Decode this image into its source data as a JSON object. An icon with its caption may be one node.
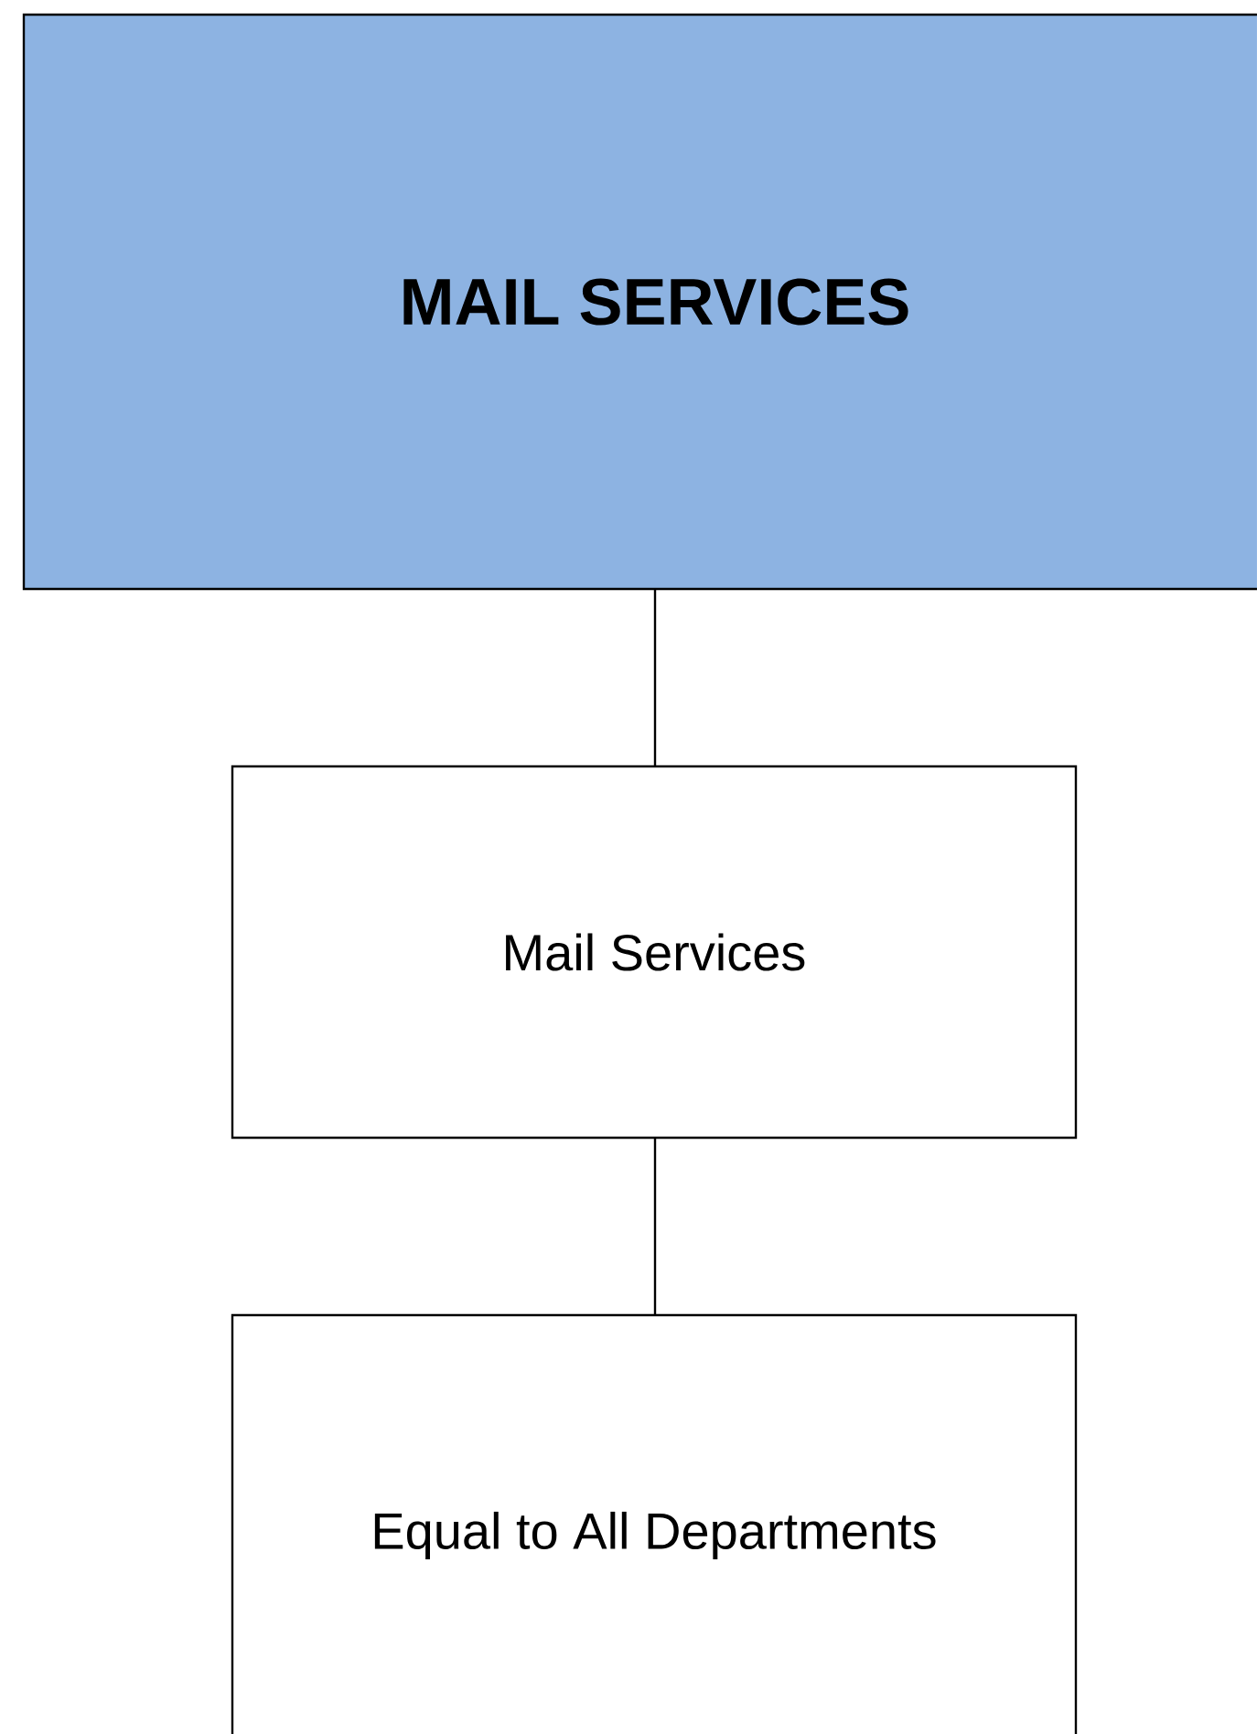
{
  "diagram": {
    "nodes": [
      {
        "text": [
          "MAIL SERVICES"
        ]
      },
      {
        "text": [
          "Mail Services"
        ]
      },
      {
        "text": [
          "Equal to All Departments"
        ]
      }
    ],
    "edges": [
      {
        "from": 0,
        "to": 1,
        "arrow": "none"
      },
      {
        "from": 1,
        "to": 2,
        "arrow": "none"
      }
    ]
  }
}
